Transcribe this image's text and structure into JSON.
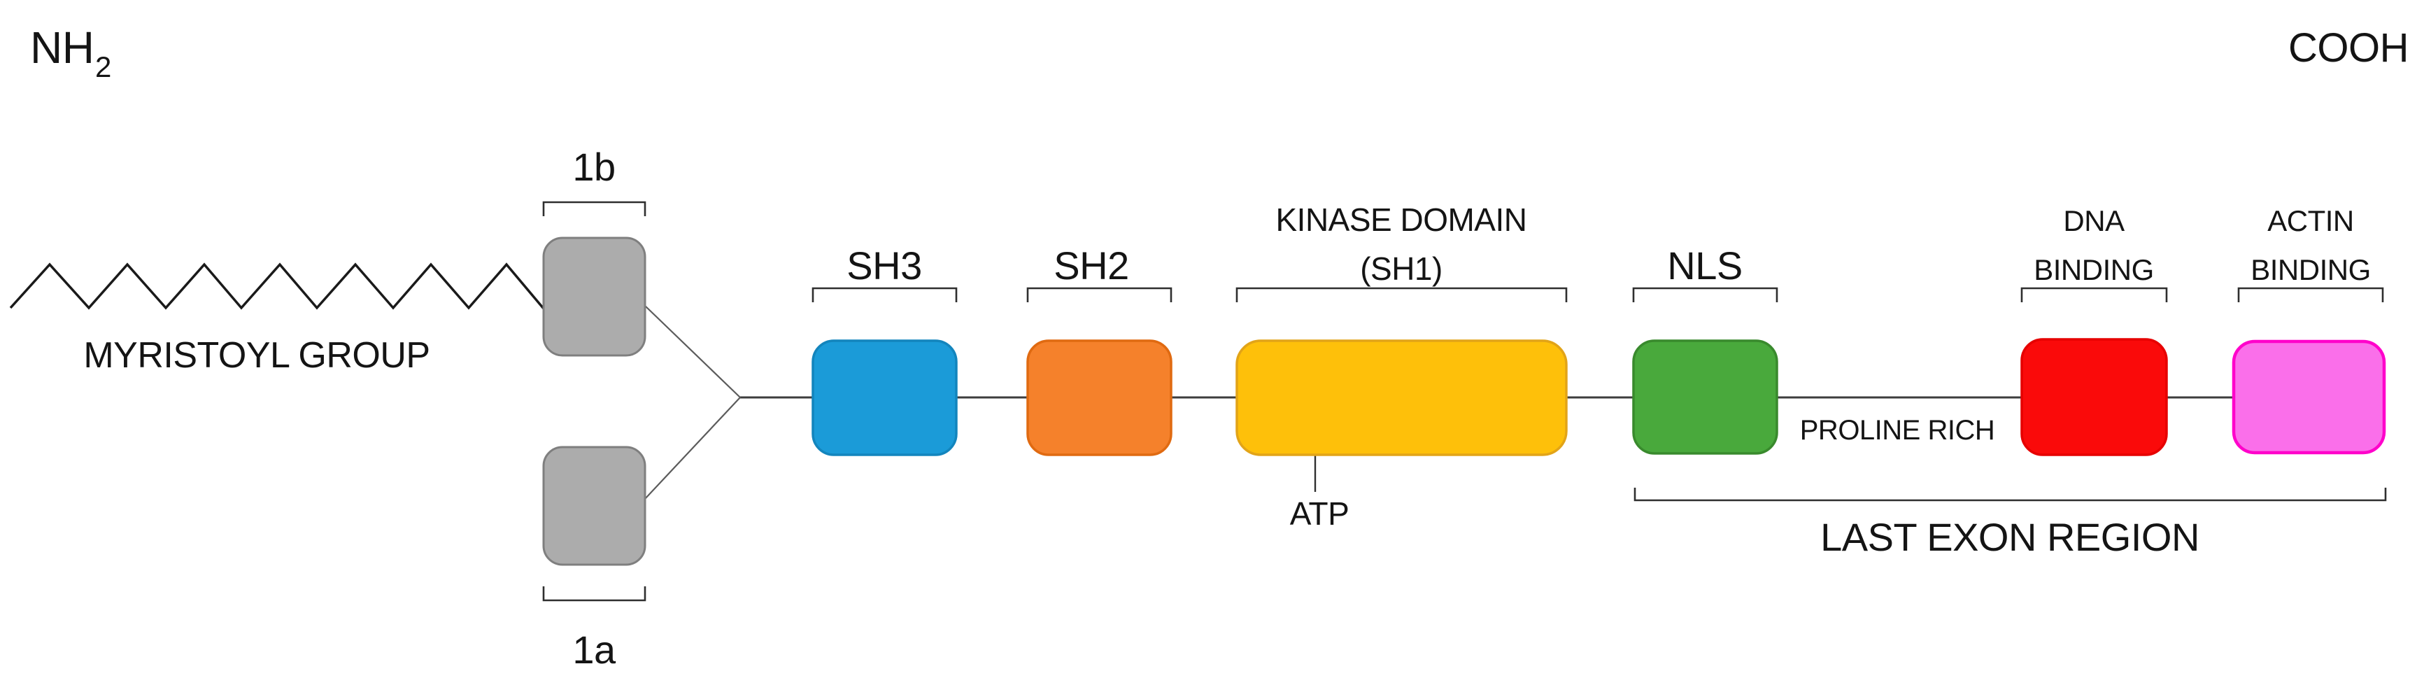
{
  "figure": {
    "terminus_left": "NH",
    "terminus_left_subscript": "2",
    "terminus_right": "COOH",
    "myristoyl_label": "MYRISTOYL GROUP",
    "exon_1b_label": "1b",
    "exon_1a_label": "1a",
    "atp_label": "ATP",
    "proline_rich_label": "PROLINE RICH",
    "last_exon_label": "LAST EXON REGION",
    "exon_box_fill": "#ACACAC",
    "exon_box_border": "#7F7F7F",
    "domains": {
      "sh3": {
        "label": "SH3",
        "fill": "#1B9BD8",
        "border": "#1385BD"
      },
      "sh2": {
        "label": "SH2",
        "fill": "#F5812B",
        "border": "#E06A11"
      },
      "kinase": {
        "label": "KINASE DOMAIN",
        "label2": "(SH1)",
        "fill": "#FEC00A",
        "border": "#E2A418"
      },
      "nls": {
        "label": "NLS",
        "fill": "#49A93C",
        "border": "#398A2D"
      },
      "dna": {
        "label": "DNA",
        "label2": "BINDING",
        "fill": "#FA0A0A",
        "border": "#E60000"
      },
      "actin": {
        "label": "ACTIN",
        "label2": "BINDING",
        "fill": "#FA6FEA",
        "border": "#FF00CB"
      }
    }
  }
}
